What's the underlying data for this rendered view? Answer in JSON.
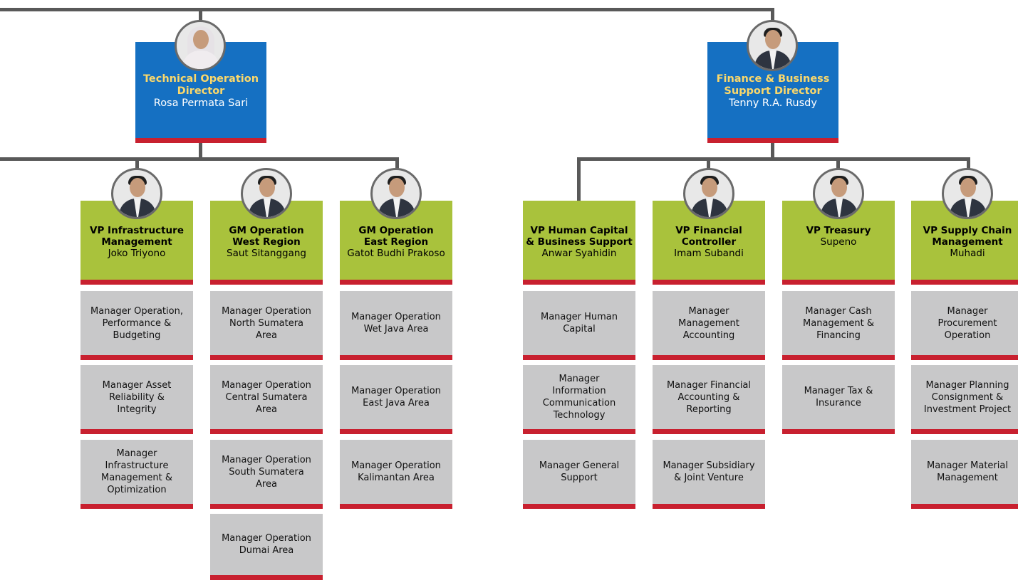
{
  "directors": [
    {
      "title": "Technical Operation Director",
      "name": "Rosa Permata Sari",
      "photo": "person-photo"
    },
    {
      "title": "Finance & Business Support Director",
      "name": "Tenny R.A. Rusdy",
      "photo": "person-photo"
    }
  ],
  "vps": [
    {
      "title": "VP Infrastructure\nManagement",
      "name": "Joko Triyono"
    },
    {
      "title": "GM Operation\nWest Region",
      "name": "Saut Sitanggang"
    },
    {
      "title": "GM Operation\nEast Region",
      "name": "Gatot Budhi Prakoso"
    },
    {
      "title": "VP Human Capital\n& Business Support",
      "name": "Anwar Syahidin"
    },
    {
      "title": "VP Financial\nController",
      "name": "Imam Subandi"
    },
    {
      "title": "VP Treasury",
      "name": "Supeno"
    },
    {
      "title": "VP Supply Chain\nManagement",
      "name": "Muhadi"
    }
  ],
  "managers": [
    [
      "Manager Operation,\nPerformance &\nBudgeting",
      "Manager Asset\nReliability &\nIntegrity",
      "Manager\nInfrastructure\nManagement &\nOptimization"
    ],
    [
      "Manager Operation\nNorth Sumatera\nArea",
      "Manager Operation\nCentral Sumatera\nArea",
      "Manager Operation\nSouth Sumatera\nArea",
      "Manager Operation\nDumai Area"
    ],
    [
      "Manager Operation\nWet Java Area",
      "Manager Operation\nEast Java Area",
      "Manager Operation\nKalimantan Area"
    ],
    [
      "Manager Human\nCapital",
      "Manager\nInformation\nCommunication\nTechnology",
      "Manager General\nSupport"
    ],
    [
      "Manager\nManagement\nAccounting",
      "Manager Financial\nAccounting &\nReporting",
      "Manager Subsidiary\n& Joint Venture"
    ],
    [
      "Manager Cash\nManagement &\nFinancing",
      "Manager Tax &\nInsurance"
    ],
    [
      "Manager\nProcurement\nOperation",
      "Manager Planning\nConsignment &\nInvestment Project",
      "Manager Material\nManagement"
    ]
  ],
  "colors": {
    "director": "#1570c2",
    "director_title": "#fbd86b",
    "vp": "#a9c23c",
    "manager": "#c8c8c9",
    "accent": "#c8202f",
    "line": "#595959"
  }
}
